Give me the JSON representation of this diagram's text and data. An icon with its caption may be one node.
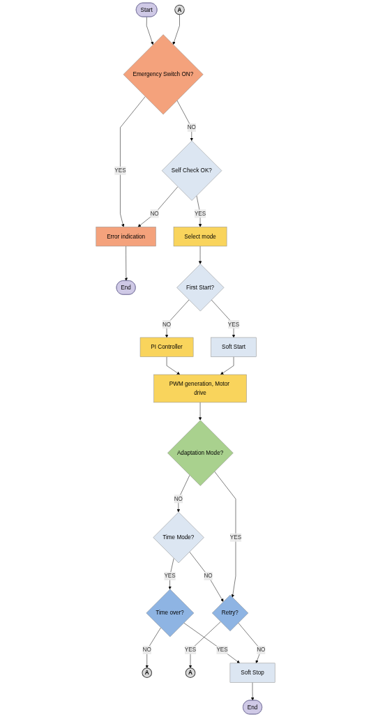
{
  "diagram": {
    "nodes": [
      {
        "text": [
          "Start"
        ]
      },
      {
        "text": [
          "A"
        ]
      },
      {
        "text": [
          "Emergency Switch ON?"
        ]
      },
      {
        "text": [
          "Self Check OK?"
        ]
      },
      {
        "text": [
          "Error indication"
        ]
      },
      {
        "text": [
          "End"
        ]
      },
      {
        "text": [
          "Select mode"
        ]
      },
      {
        "text": [
          "First Start?"
        ]
      },
      {
        "text": [
          "PI Controller"
        ]
      },
      {
        "text": [
          "Soft Start"
        ]
      },
      {
        "text": [
          "PWM generation, Motor drive"
        ]
      },
      {
        "text": [
          "Adaptation Mode?"
        ]
      },
      {
        "text": [
          "Time Mode?"
        ]
      },
      {
        "text": [
          "Time over?"
        ]
      },
      {
        "text": [
          "A"
        ]
      },
      {
        "text": [
          "Retry?"
        ]
      },
      {
        "text": [
          "A"
        ]
      },
      {
        "text": [
          "Soft Stop"
        ]
      },
      {
        "text": [
          "End"
        ]
      }
    ],
    "edges": [
      {
        "from": 0,
        "to": 2,
        "arrow": "to"
      },
      {
        "from": 1,
        "to": 2,
        "arrow": "to"
      },
      {
        "from": 2,
        "to": 4,
        "label": "YES",
        "arrow": "to"
      },
      {
        "from": 2,
        "to": 3,
        "label": "NO",
        "arrow": "to"
      },
      {
        "from": 3,
        "to": 4,
        "label": "NO",
        "arrow": "to"
      },
      {
        "from": 3,
        "to": 6,
        "label": "YES",
        "arrow": "to"
      },
      {
        "from": 4,
        "to": 5,
        "arrow": "to"
      },
      {
        "from": 6,
        "to": 7,
        "arrow": "to"
      },
      {
        "from": 7,
        "to": 9,
        "label": "YES",
        "arrow": "to"
      },
      {
        "from": 7,
        "to": 8,
        "label": "NO",
        "arrow": "to"
      },
      {
        "from": 8,
        "to": 10,
        "arrow": "to"
      },
      {
        "from": 9,
        "to": 10,
        "arrow": "to"
      },
      {
        "from": 10,
        "to": 11,
        "arrow": "to"
      },
      {
        "from": 11,
        "to": 12,
        "label": "NO",
        "arrow": "to"
      },
      {
        "from": 12,
        "to": 13,
        "label": "YES",
        "arrow": "to"
      },
      {
        "from": 13,
        "to": 14,
        "label": "NO",
        "arrow": "to"
      },
      {
        "from": 12,
        "to": 15,
        "label": "NO",
        "arrow": "to"
      },
      {
        "from": 11,
        "to": 15,
        "label": "YES",
        "arrow": "to"
      },
      {
        "from": 13,
        "to": 17,
        "label": "YES",
        "arrow": "to"
      },
      {
        "from": 15,
        "to": 16,
        "label": "YES",
        "arrow": "to"
      },
      {
        "from": 15,
        "to": 17,
        "label": "NO",
        "arrow": "to"
      },
      {
        "from": 17,
        "to": 18,
        "arrow": "to"
      }
    ]
  }
}
